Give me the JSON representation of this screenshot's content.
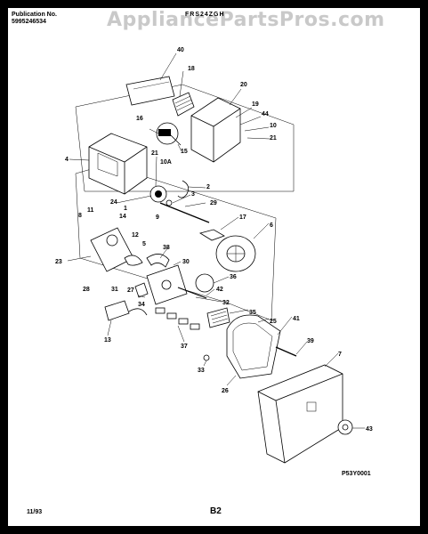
{
  "header": {
    "publication_label": "Publication No.",
    "publication_number": "5995246534",
    "model": "FRS24ZGH"
  },
  "watermark": "AppliancePartsPros.com",
  "footer": {
    "date_code": "11/93",
    "page_number": "B2",
    "figure_code": "P53Y0001"
  },
  "callouts": [
    "40",
    "18",
    "20",
    "19",
    "44",
    "10",
    "21",
    "16",
    "15",
    "4",
    "21",
    "10A",
    "2",
    "3",
    "24",
    "1",
    "9",
    "11",
    "14",
    "29",
    "17",
    "6",
    "8",
    "12",
    "5",
    "23",
    "38",
    "30",
    "36",
    "28",
    "31",
    "27",
    "42",
    "34",
    "32",
    "35",
    "25",
    "41",
    "39",
    "13",
    "37",
    "33",
    "26",
    "7",
    "43"
  ]
}
